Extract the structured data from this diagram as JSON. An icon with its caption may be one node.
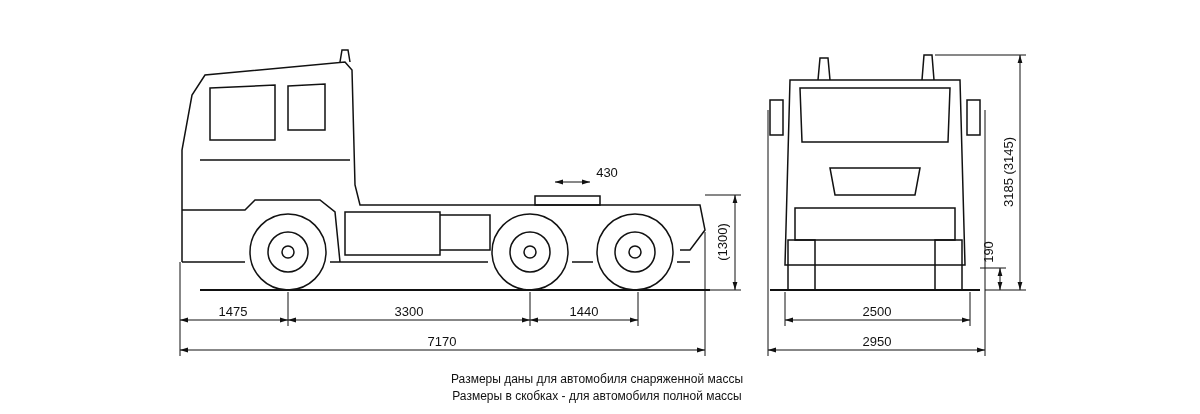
{
  "diagram": {
    "labels": [
      "430",
      "(1300)",
      "1475",
      "3300",
      "1440",
      "7170",
      "2500",
      "2950",
      "3185 (3145)",
      "190",
      "Размеры даны для автомобиля снаряженной массы",
      "Размеры в скобках - для автомобиля полной массы"
    ]
  }
}
